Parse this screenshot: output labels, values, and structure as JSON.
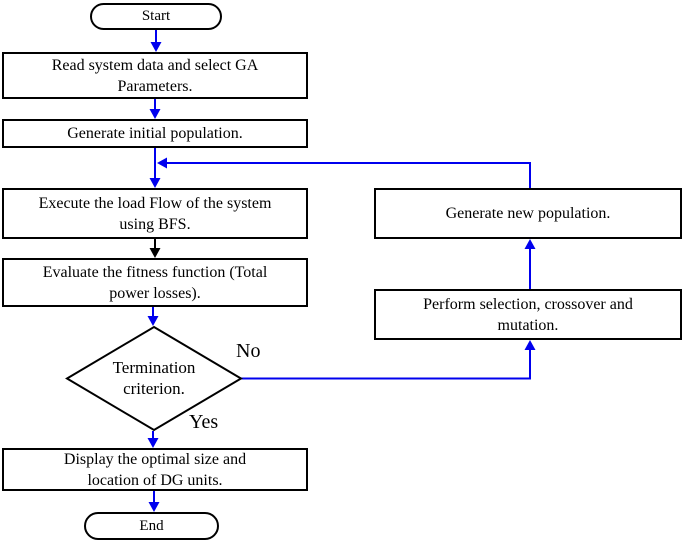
{
  "colors": {
    "background": "#ffffff",
    "box_border": "#000000",
    "box_fill": "#ffffff",
    "text": "#000000",
    "connector_blue": "#0000ee",
    "connector_black": "#000000"
  },
  "flowchart": {
    "nodes": {
      "start": "Start",
      "read_data": "Read system data and select GA Parameters.",
      "generate_initial": "Generate initial population.",
      "execute_load_flow": "Execute the load Flow of the system using BFS.",
      "evaluate_fitness": "Evaluate the fitness function (Total power losses).",
      "termination": "Termination criterion.",
      "display_result": "Display the optimal size and location of DG units.",
      "generate_new": "Generate new population.",
      "perform_selection": "Perform selection, crossover and mutation.",
      "end": "End"
    },
    "branch_labels": {
      "no": "No",
      "yes": "Yes"
    }
  }
}
